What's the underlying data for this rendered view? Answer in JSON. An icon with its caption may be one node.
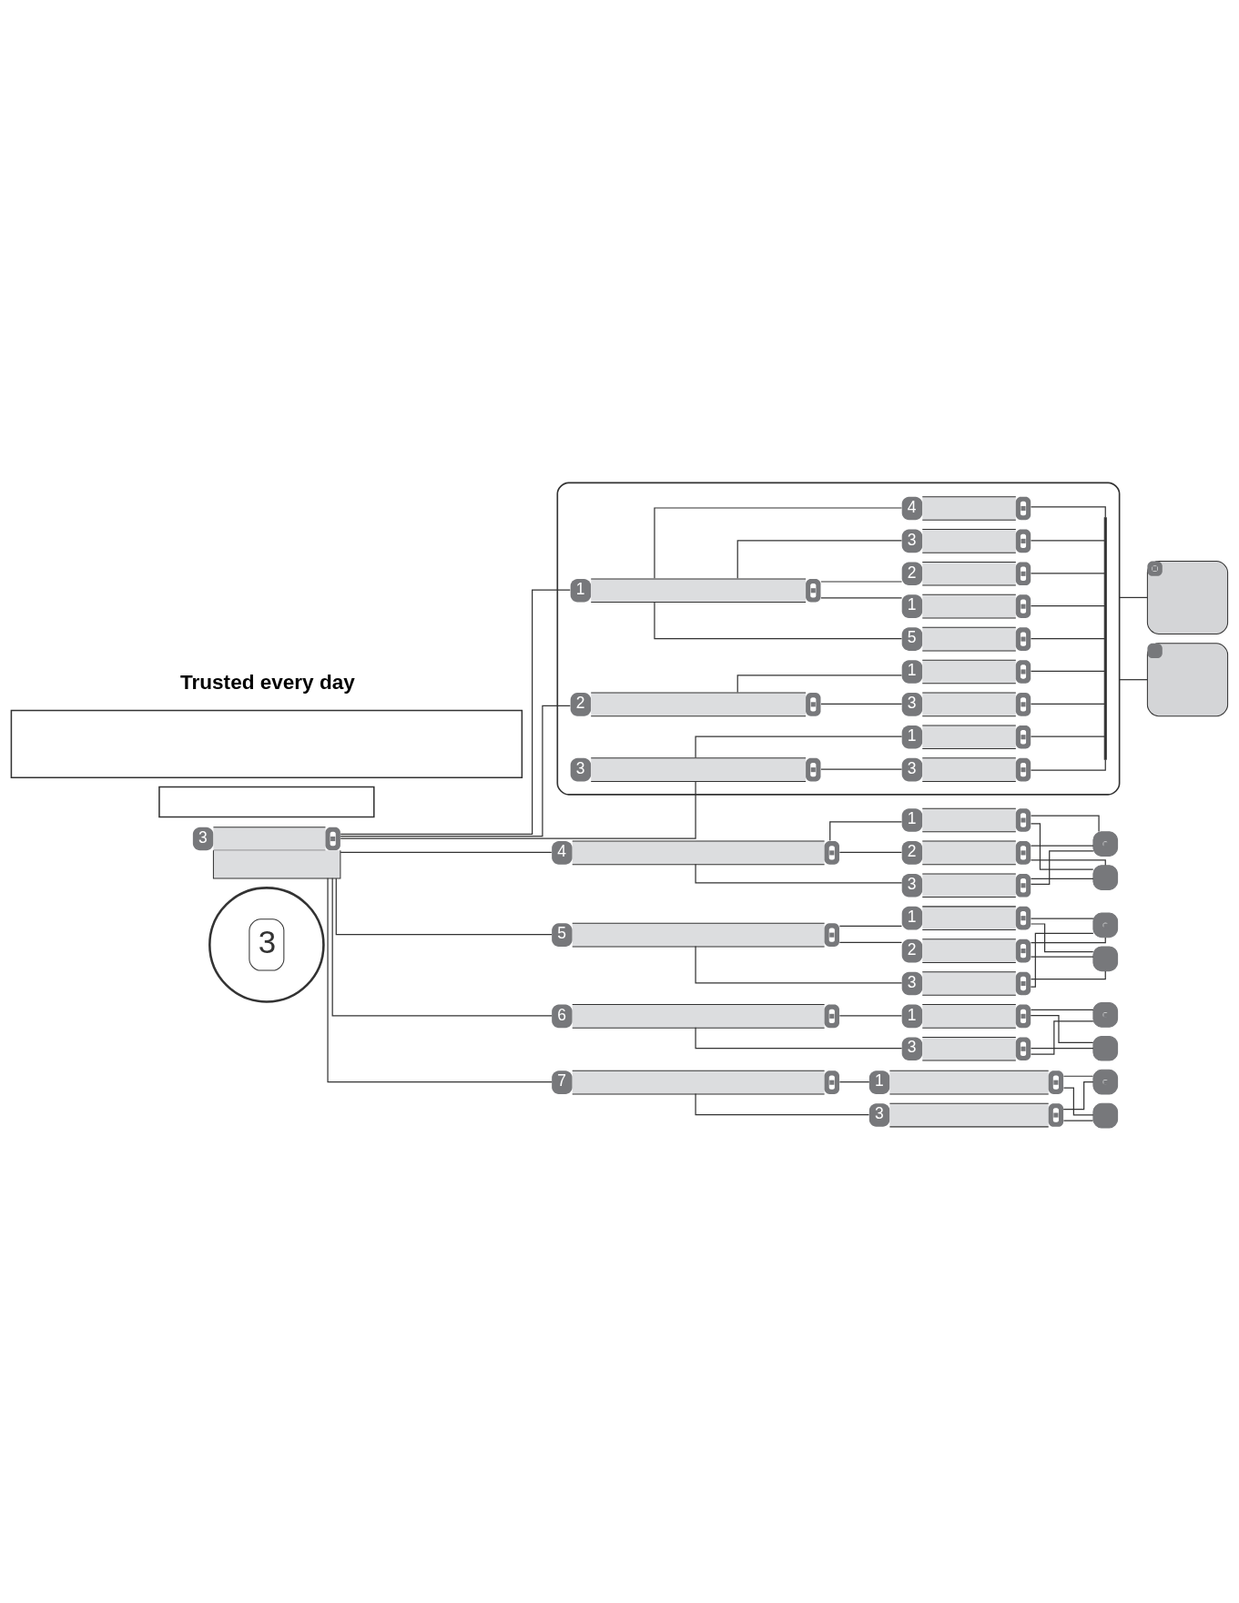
{
  "diagram": {
    "nodes": [
      {
        "text": [
          "3"
        ]
      },
      {
        "text": [
          "3"
        ]
      },
      {
        "text": [],
        "shape": "box"
      },
      {
        "text": [
          "1"
        ],
        "in": 2
      },
      {
        "text": [
          "1"
        ],
        "in": 2
      },
      {
        "text": [
          "2"
        ],
        "in": 2
      },
      {
        "text": [
          "3"
        ],
        "in": 2
      },
      {
        "text": [
          "4"
        ],
        "in": 2
      },
      {
        "text": [
          "5"
        ],
        "in": 2
      },
      {
        "text": [
          "2"
        ],
        "in": 2
      },
      {
        "text": [
          "1"
        ],
        "in": 2
      },
      {
        "text": [
          "3"
        ],
        "in": 2
      },
      {
        "text": [
          "3"
        ],
        "in": 2
      },
      {
        "text": [
          "1"
        ],
        "in": 2
      },
      {
        "text": [
          "3"
        ],
        "in": 2
      },
      {
        "text": [],
        "shape": "bar",
        "in": 2
      },
      {
        "text": [],
        "shape": "box"
      },
      {
        "text": [],
        "shape": "box"
      },
      {
        "text": [
          "4"
        ]
      },
      {
        "text": [
          "1"
        ]
      },
      {
        "text": [
          "2"
        ]
      },
      {
        "text": [
          "3"
        ]
      },
      {
        "text": [],
        "shape": "box"
      },
      {
        "text": [],
        "shape": "box"
      },
      {
        "text": [
          "5"
        ]
      },
      {
        "text": [
          "1"
        ]
      },
      {
        "text": [
          "2"
        ]
      },
      {
        "text": [
          "3"
        ]
      },
      {
        "text": [],
        "shape": "box"
      },
      {
        "text": [],
        "shape": "box"
      },
      {
        "text": [
          "6"
        ]
      },
      {
        "text": [
          "1"
        ]
      },
      {
        "text": [
          "3"
        ]
      },
      {
        "text": [],
        "shape": "box"
      },
      {
        "text": [],
        "shape": "box"
      },
      {
        "text": [],
        "shape": "box"
      },
      {
        "text": [
          "7"
        ]
      },
      {
        "text": [
          "1"
        ]
      },
      {
        "text": [
          "3"
        ]
      },
      {
        "text": [],
        "shape": "box"
      },
      {
        "text": [],
        "shape": "box"
      },
      {
        "text": [],
        "shape": "box"
      }
    ],
    "edges": [
      {
        "from": 1,
        "to": 3,
        "arrow": "none"
      },
      {
        "from": 1,
        "to": 9,
        "arrow": "none"
      },
      {
        "from": 1,
        "to": 12,
        "arrow": "none"
      },
      {
        "from": 3,
        "to": 4,
        "arrow": "none"
      },
      {
        "from": 3,
        "to": 5,
        "arrow": "none"
      },
      {
        "from": 3,
        "to": 6,
        "arrow": "none"
      },
      {
        "from": 3,
        "to": 7,
        "arrow": "none"
      },
      {
        "from": 3,
        "to": 8,
        "arrow": "none"
      },
      {
        "from": 4,
        "to": 15,
        "arrow": "none"
      },
      {
        "from": 5,
        "to": 15,
        "arrow": "none"
      },
      {
        "from": 6,
        "to": 15,
        "arrow": "none"
      },
      {
        "from": 7,
        "to": 15,
        "arrow": "none"
      },
      {
        "from": 8,
        "to": 15,
        "arrow": "none"
      },
      {
        "from": 9,
        "to": 10,
        "arrow": "none"
      },
      {
        "from": 9,
        "to": 11,
        "arrow": "none"
      },
      {
        "from": 10,
        "to": 15,
        "arrow": "none"
      },
      {
        "from": 11,
        "to": 15,
        "arrow": "none"
      },
      {
        "from": 12,
        "to": 13,
        "arrow": "none"
      },
      {
        "from": 12,
        "to": 14,
        "arrow": "none"
      },
      {
        "from": 13,
        "to": 15,
        "arrow": "none"
      },
      {
        "from": 14,
        "to": 15,
        "arrow": "none"
      },
      {
        "from": 2,
        "to": 16,
        "arrow": "none"
      },
      {
        "from": 2,
        "to": 17,
        "arrow": "none"
      },
      {
        "from": 1,
        "to": 18,
        "arrow": "none"
      },
      {
        "from": 18,
        "to": 19,
        "arrow": "none"
      },
      {
        "from": 18,
        "to": 20,
        "arrow": "none"
      },
      {
        "from": 18,
        "to": 21,
        "arrow": "none"
      },
      {
        "from": 19,
        "to": 22,
        "arrow": "none"
      },
      {
        "from": 19,
        "to": 23,
        "arrow": "none"
      },
      {
        "from": 20,
        "to": 22,
        "arrow": "none"
      },
      {
        "from": 20,
        "to": 23,
        "arrow": "none"
      },
      {
        "from": 21,
        "to": 22,
        "arrow": "none"
      },
      {
        "from": 21,
        "to": 23,
        "arrow": "none"
      },
      {
        "from": 1,
        "to": 24,
        "arrow": "none"
      },
      {
        "from": 24,
        "to": 25,
        "arrow": "none"
      },
      {
        "from": 24,
        "to": 26,
        "arrow": "none"
      },
      {
        "from": 24,
        "to": 27,
        "arrow": "none"
      },
      {
        "from": 25,
        "to": 28,
        "arrow": "none"
      },
      {
        "from": 25,
        "to": 29,
        "arrow": "none"
      },
      {
        "from": 26,
        "to": 28,
        "arrow": "none"
      },
      {
        "from": 26,
        "to": 29,
        "arrow": "none"
      },
      {
        "from": 27,
        "to": 28,
        "arrow": "none"
      },
      {
        "from": 27,
        "to": 29,
        "arrow": "none"
      },
      {
        "from": 1,
        "to": 30,
        "arrow": "none"
      },
      {
        "from": 30,
        "to": 31,
        "arrow": "none"
      },
      {
        "from": 30,
        "to": 32,
        "arrow": "none"
      },
      {
        "from": 31,
        "to": 33,
        "arrow": "none"
      },
      {
        "from": 31,
        "to": 34,
        "arrow": "none"
      },
      {
        "from": 32,
        "to": 33,
        "arrow": "none"
      },
      {
        "from": 32,
        "to": 34,
        "arrow": "none"
      },
      {
        "from": 1,
        "to": 36,
        "arrow": "none"
      },
      {
        "from": 36,
        "to": 37,
        "arrow": "none"
      },
      {
        "from": 36,
        "to": 38,
        "arrow": "none"
      },
      {
        "from": 37,
        "to": 39,
        "arrow": "none"
      },
      {
        "from": 37,
        "to": 40,
        "arrow": "none"
      },
      {
        "from": 38,
        "to": 39,
        "arrow": "none"
      },
      {
        "from": 38,
        "to": 40,
        "arrow": "none"
      }
    ],
    "labels": [
      "Trusted every day"
    ]
  }
}
